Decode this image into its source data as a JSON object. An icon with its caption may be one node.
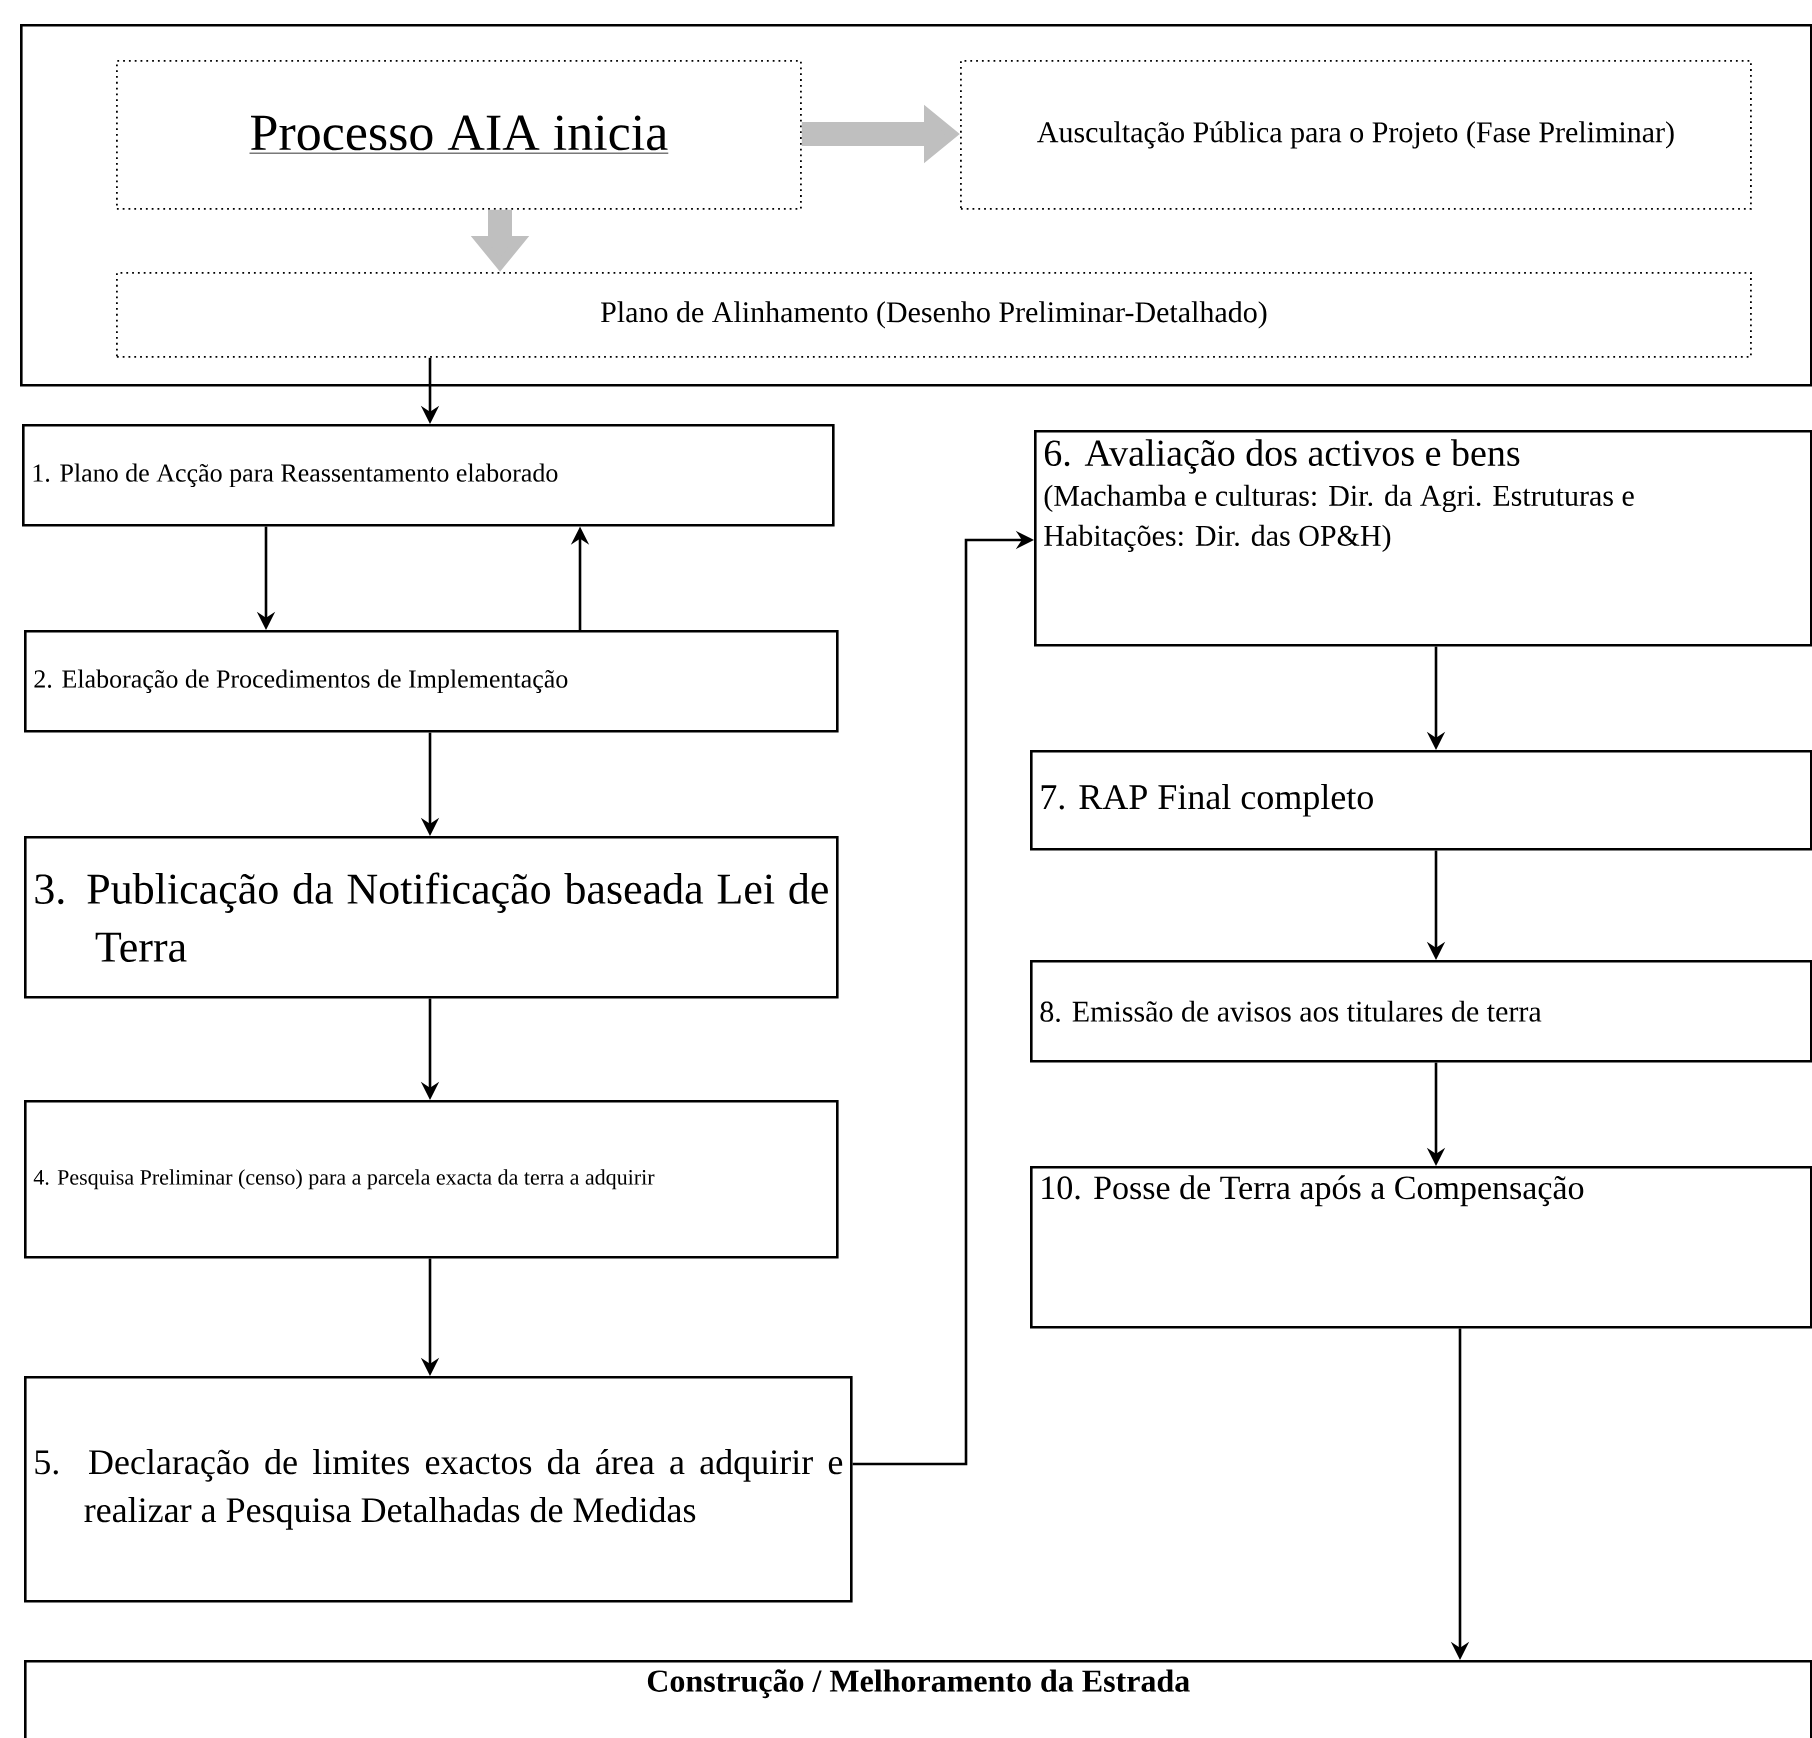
{
  "diagram": {
    "nodes": [
      {
        "text": [],
        "shape": "box"
      },
      {
        "text": [
          "Processo AIA inicia"
        ],
        "in": 0
      },
      {
        "text": [
          "Auscultação Pública para o Projeto (Fase Preliminar)"
        ],
        "in": 0
      },
      {
        "text": [
          "Plano de Alinhamento (Desenho Preliminar-Detalhado)"
        ],
        "in": 0
      },
      {
        "text": [
          "1. Plano de Acção para Reassentamento elaborado"
        ]
      },
      {
        "text": [
          "2. Elaboração de Procedimentos de Implementação"
        ]
      },
      {
        "text": [
          "3. Publicação da Notificação baseada Lei de Terra"
        ]
      },
      {
        "text": [
          "4. Pesquisa Preliminar (censo) para a parcela exacta da terra a adquirir"
        ]
      },
      {
        "text": [
          "5. Declaração de limites exactos da área a adquirir e realizar a Pesquisa Detalhadas de Medidas"
        ]
      },
      {
        "text": [
          "6. Avaliação dos activos e bens",
          "(Machamba e culturas: Dir. da Agri. Estruturas e Habitações: Dir. das OP&H)"
        ]
      },
      {
        "text": [
          "7. RAP Final completo"
        ]
      },
      {
        "text": [
          "8. Emissão de avisos aos titulares de terra"
        ]
      },
      {
        "text": [
          "10. Posse de Terra após a Compensação"
        ]
      },
      {
        "text": [
          "Construção / Melhoramento da Estrada"
        ]
      }
    ],
    "edges": [
      {
        "from": 1,
        "to": 2,
        "arrow": "to",
        "style": "thick",
        "color": "#bfbfbf"
      },
      {
        "from": 1,
        "to": 3,
        "arrow": "to",
        "style": "thick",
        "color": "#bfbfbf"
      },
      {
        "from": 3,
        "to": 4,
        "arrow": "to"
      },
      {
        "from": 4,
        "to": 5,
        "arrow": "to"
      },
      {
        "from": 5,
        "to": 4,
        "arrow": "to"
      },
      {
        "from": 5,
        "to": 6,
        "arrow": "to"
      },
      {
        "from": 6,
        "to": 7,
        "arrow": "to"
      },
      {
        "from": 7,
        "to": 8,
        "arrow": "to"
      },
      {
        "from": 8,
        "to": 9,
        "arrow": "to"
      },
      {
        "from": 9,
        "to": 10,
        "arrow": "to"
      },
      {
        "from": 10,
        "to": 11,
        "arrow": "to"
      },
      {
        "from": 11,
        "to": 12,
        "arrow": "to"
      },
      {
        "from": 12,
        "to": 13,
        "arrow": "to"
      }
    ]
  }
}
